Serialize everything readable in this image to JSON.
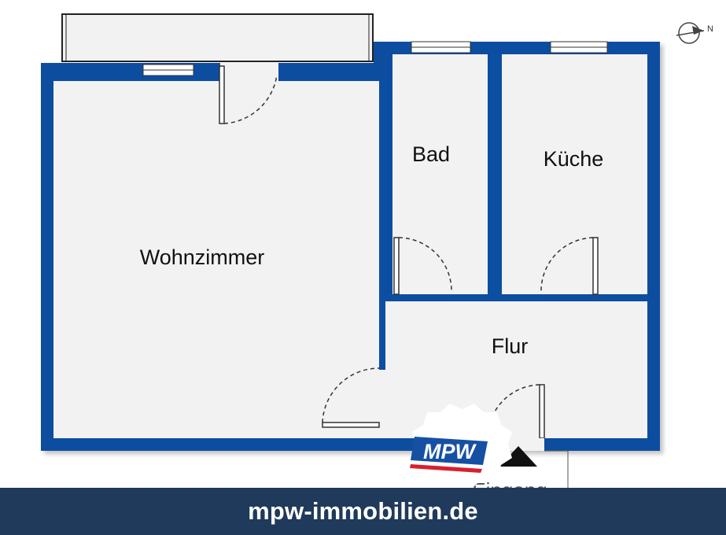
{
  "rooms": {
    "wohnzimmer": "Wohnzimmer",
    "bad": "Bad",
    "kueche": "Küche",
    "flur": "Flur"
  },
  "entrance_label": "Eingang",
  "compass_label": "N",
  "logo_text": "MPW",
  "footer": {
    "website": "mpw-immobilien.de"
  },
  "colors": {
    "wall": "#0c4ea0",
    "floor": "#f2f2f2",
    "footer_bg": "#1f3a5a",
    "logo_red": "#d7202c"
  }
}
